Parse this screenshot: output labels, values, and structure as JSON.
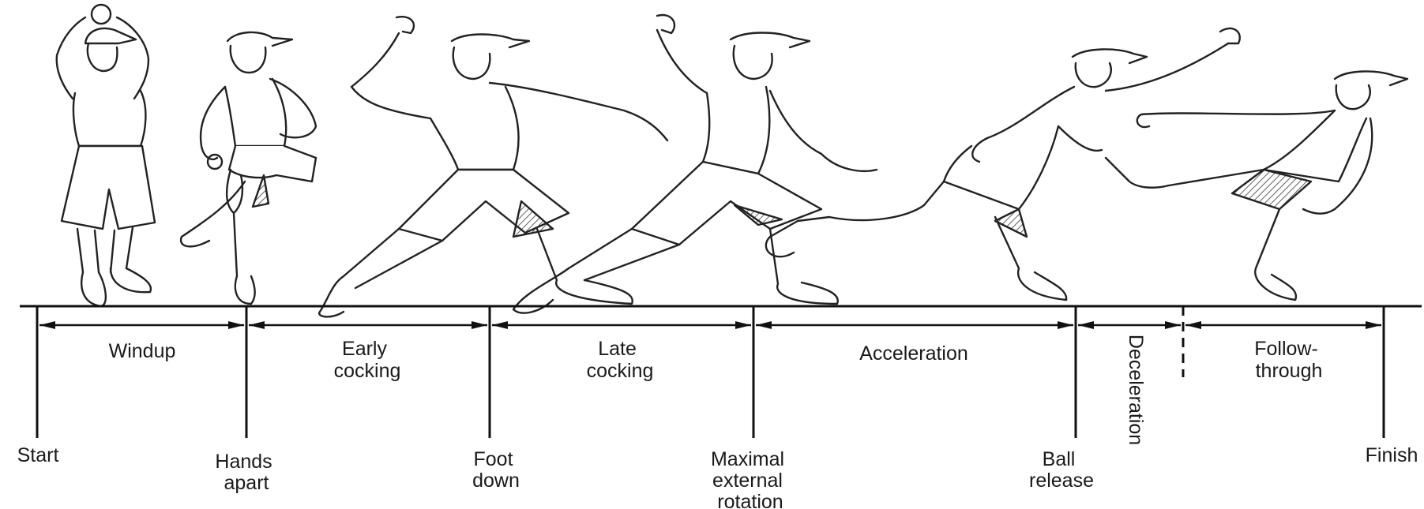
{
  "diagram": {
    "phases": [
      {
        "id": "windup",
        "lines": [
          "Windup"
        ]
      },
      {
        "id": "early-cocking",
        "lines": [
          "Early",
          "cocking"
        ]
      },
      {
        "id": "late-cocking",
        "lines": [
          "Late",
          "cocking"
        ]
      },
      {
        "id": "acceleration",
        "lines": [
          "Acceleration"
        ]
      },
      {
        "id": "deceleration",
        "lines": [
          "Deceleration"
        ]
      },
      {
        "id": "follow-through",
        "lines": [
          "Follow-",
          "through"
        ]
      }
    ],
    "events": [
      {
        "id": "start",
        "lines": [
          "Start"
        ]
      },
      {
        "id": "hands-apart",
        "lines": [
          "Hands",
          "apart"
        ]
      },
      {
        "id": "foot-down",
        "lines": [
          "Foot",
          "down"
        ]
      },
      {
        "id": "max-ext-rotation",
        "lines": [
          "Maximal",
          "external",
          "rotation"
        ]
      },
      {
        "id": "ball-release",
        "lines": [
          "Ball",
          "release"
        ]
      },
      {
        "id": "finish",
        "lines": [
          "Finish"
        ]
      }
    ],
    "figures": [
      {
        "name": "pitcher-windup"
      },
      {
        "name": "pitcher-hands-apart"
      },
      {
        "name": "pitcher-early-cocking"
      },
      {
        "name": "pitcher-late-cocking"
      },
      {
        "name": "pitcher-ball-release"
      },
      {
        "name": "pitcher-follow-through"
      }
    ]
  }
}
